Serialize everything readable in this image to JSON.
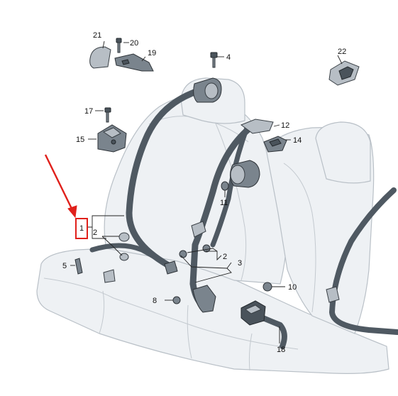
{
  "diagram": {
    "callouts": [
      "1",
      "2",
      "2",
      "3",
      "4",
      "5",
      "8",
      "10",
      "11",
      "12",
      "14",
      "15",
      "17",
      "18",
      "19",
      "20",
      "21",
      "22"
    ],
    "highlight": {
      "color": "#e0201b",
      "target_callout": "1"
    },
    "colors": {
      "belt": "#4f5962",
      "seat_fill": "#eef1f4",
      "seat_outline": "#b9c0c7",
      "annotation": "#e0201b"
    }
  }
}
